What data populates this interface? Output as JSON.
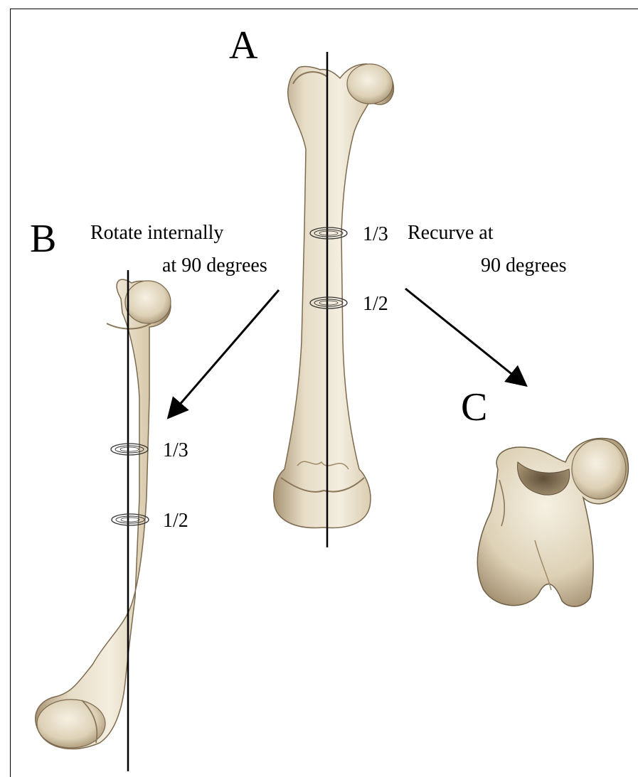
{
  "panels": {
    "a": {
      "letter": "A",
      "marker_upper": "1/3",
      "marker_middle": "1/2"
    },
    "b": {
      "letter": "B",
      "marker_upper": "1/3",
      "marker_middle": "1/2"
    },
    "c": {
      "letter": "C"
    }
  },
  "annotations": {
    "rotate_line1": "Rotate internally",
    "rotate_line2": "at 90 degrees",
    "recurve_line1": "Recurve at",
    "recurve_line2": "90 degrees"
  },
  "colors": {
    "bone_light": "#efe7d6",
    "bone_mid": "#d9ccb0",
    "bone_dark": "#a89473",
    "bone_shadow": "#6f5f46",
    "line": "#000000"
  }
}
